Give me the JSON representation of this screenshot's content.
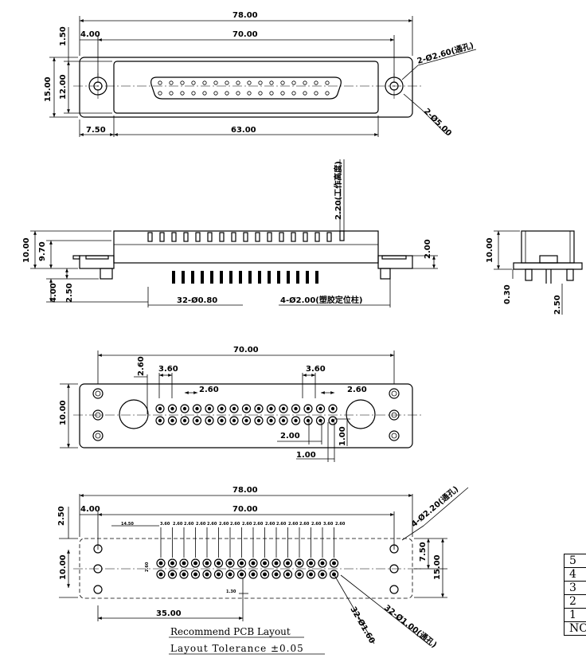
{
  "top_view": {
    "overall_width": "78.00",
    "flange_offset": "1.50",
    "hole_offset": "4.00",
    "hole_pitch": "70.00",
    "overall_height": "15.00",
    "inner_height": "12.00",
    "side_offset": "7.50",
    "body_width": "63.00",
    "through_hole_callout": "2-Ø2.60(通孔)",
    "outer_dia_callout": "2-Ø5.00"
  },
  "front_view": {
    "working_height": "2.20(工作高度)",
    "overall_height": "10.00",
    "body_height": "9.70",
    "flange_height": "2.00",
    "pin_length": "4.00",
    "standoff": "2.50",
    "pin_callout": "32-Ø0.80",
    "peg_callout": "4-Ø2.00(塑胶定位柱)"
  },
  "side_view": {
    "overall_height": "10.00",
    "offset": "0.30",
    "depth": "2.50"
  },
  "pin_layout": {
    "overall_width": "70.00",
    "row_offset_left": "2.60",
    "end_pitch_left": "3.60",
    "end_pitch_right": "3.60",
    "pitch_label_left": "2.60",
    "pitch_label_right": "2.60",
    "row_spacing": "10.00",
    "stagger": "2.00",
    "offset_a": "1.00",
    "offset_b": "1.00"
  },
  "pcb_layout": {
    "overall_width": "78.00",
    "flange": "2.50",
    "hole_offset": "4.00",
    "hole_pitch": "70.00",
    "row_spacing": "10.00",
    "half_height": "7.50",
    "overall_height": "15.00",
    "center_width": "35.00",
    "pitch_row_labels": [
      "14.50",
      "3.60",
      "2.60",
      "2.60",
      "2.60",
      "2.60",
      "2.60",
      "2.60",
      "2.60",
      "2.60",
      "2.60",
      "2.60",
      "2.60",
      "2.60",
      "2.60",
      "3.60",
      "2.60"
    ],
    "small_label_a": "2.60",
    "small_label_b": "1.30",
    "hole_callout_mount": "4-Ø2.20(通孔)",
    "hole_callout_pin": "32-Ø1.60",
    "hole_callout_through": "32-Ø1.00(通孔)"
  },
  "notes": {
    "title": "Recommend PCB Layout",
    "tolerance": "Layout Tolerance ±0.05"
  },
  "revision_table": [
    "5",
    "4",
    "3",
    "2",
    "1",
    "NO"
  ]
}
